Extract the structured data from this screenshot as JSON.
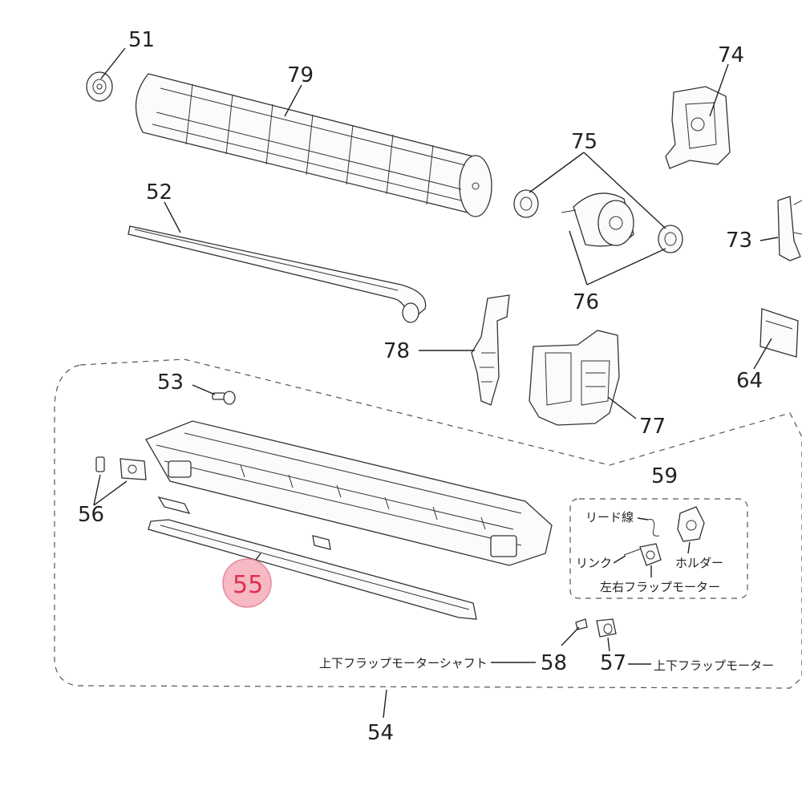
{
  "labels": {
    "p51": "51",
    "p79": "79",
    "p74": "74",
    "p75": "75",
    "p52": "52",
    "p73": "73",
    "p76": "76",
    "p78": "78",
    "p64": "64",
    "p53": "53",
    "p77": "77",
    "p59": "59",
    "p56": "56",
    "p55": "55",
    "p58": "58",
    "p57": "57",
    "p54": "54"
  },
  "notes": {
    "lead_wire": "リード線",
    "holder": "ホルダー",
    "link": "リンク",
    "lr_flap_motor": "左右フラップモーター",
    "ud_flap_motor_shaft": "上下フラップモーターシャフト",
    "ud_flap_motor": "上下フラップモーター"
  },
  "highlight": {
    "part": "55",
    "color": "#e0304f"
  }
}
